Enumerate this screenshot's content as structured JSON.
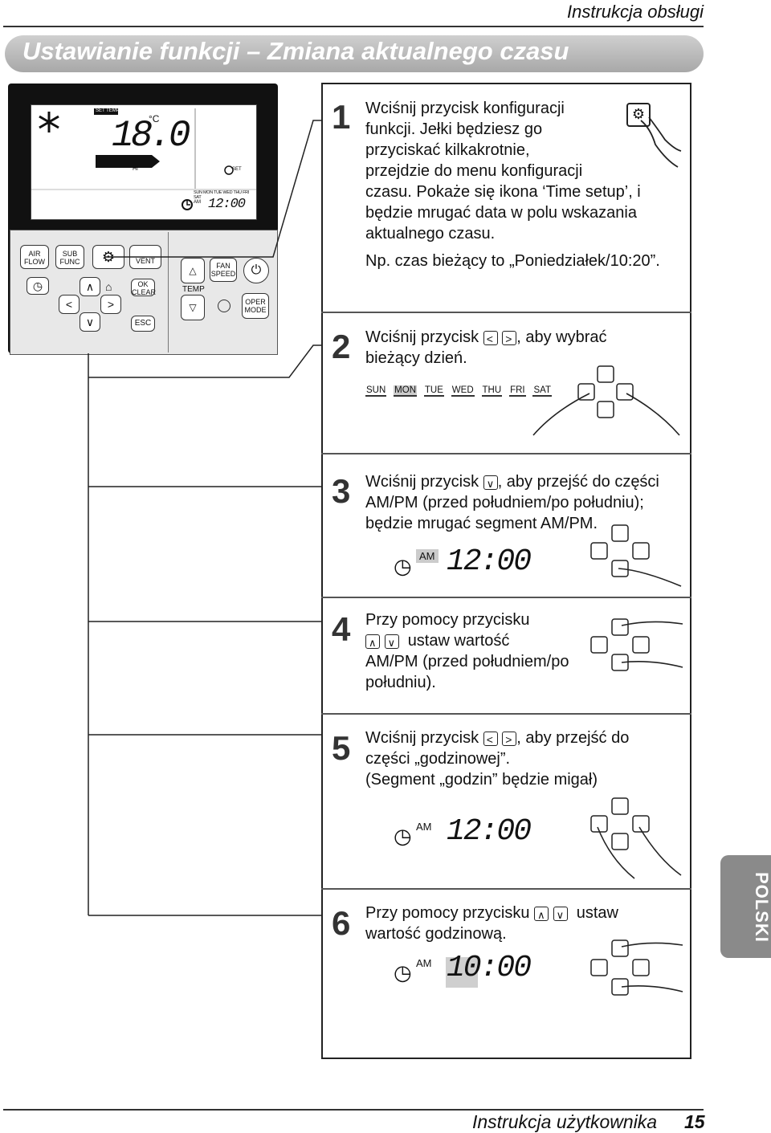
{
  "header": {
    "right_title": "Instrukcja obsługi"
  },
  "section_title": "Ustawianie funkcji – Zmiana aktualnego czasu",
  "controller": {
    "set_temp": "SET TEMP",
    "temp_value": "18.0",
    "unit": "°C",
    "fan_level": "HI",
    "set_label": "SET",
    "days": [
      "SUN",
      "MON",
      "TUE",
      "WED",
      "THU",
      "FRI",
      "SAT"
    ],
    "am": "AM",
    "time": "12:00",
    "buttons": {
      "air_flow": "AIR FLOW",
      "sub_func": "SUB FUNC",
      "vent": "VENT",
      "ok_clear": "OK CLEAR",
      "esc": "ESC",
      "fan_speed": "FAN SPEED",
      "temp": "TEMP",
      "oper_mode": "OPER MODE"
    }
  },
  "steps": [
    {
      "num": "1",
      "text": [
        "Wciśnij przycisk konfiguracji",
        "funkcji. Jełki będziesz go",
        "przyciskać kilkakrotnie,",
        "przejdzie do menu konfiguracji",
        "czasu. Pokaże się ikona ‘Time setup’, i",
        "będzie mrugać data w polu wskazania",
        "aktualnego czasu."
      ],
      "example": "Np. czas bieżący to „Poniedziałek/10:20”."
    },
    {
      "num": "2",
      "text_a": "Wciśnij przycisk",
      "text_b": ", aby wybrać",
      "text_c": "bieżący dzień.",
      "days": [
        "SUN",
        "MON",
        "TUE",
        "WED",
        "THU",
        "FRI",
        "SAT"
      ]
    },
    {
      "num": "3",
      "text_a": "Wciśnij przycisk",
      "text_b": ", aby przejść do części",
      "text_c": "AM/PM (przed południem/po południu);",
      "text_d": "będzie mrugać segment AM/PM.",
      "am": "AM",
      "time": "12:00"
    },
    {
      "num": "4",
      "text_a": "Przy pomocy przycisku",
      "text_b": "ustaw wartość",
      "text_c": "AM/PM (przed południem/po",
      "text_d": "południu)."
    },
    {
      "num": "5",
      "text_a": "Wciśnij przycisk",
      "text_b": ", aby przejść do",
      "text_c": "części „godzinowej”.",
      "text_d": "(Segment „godzin” będzie migał)",
      "am": "AM",
      "time": "12:00"
    },
    {
      "num": "6",
      "text_a": "Przy pomocy przycisku",
      "text_b": "ustaw",
      "text_c": "wartość godzinową.",
      "am": "AM",
      "time": "10:00"
    }
  ],
  "language_tab": "POLSKI",
  "footer": {
    "title": "Instrukcja użytkownika",
    "page": "15"
  }
}
